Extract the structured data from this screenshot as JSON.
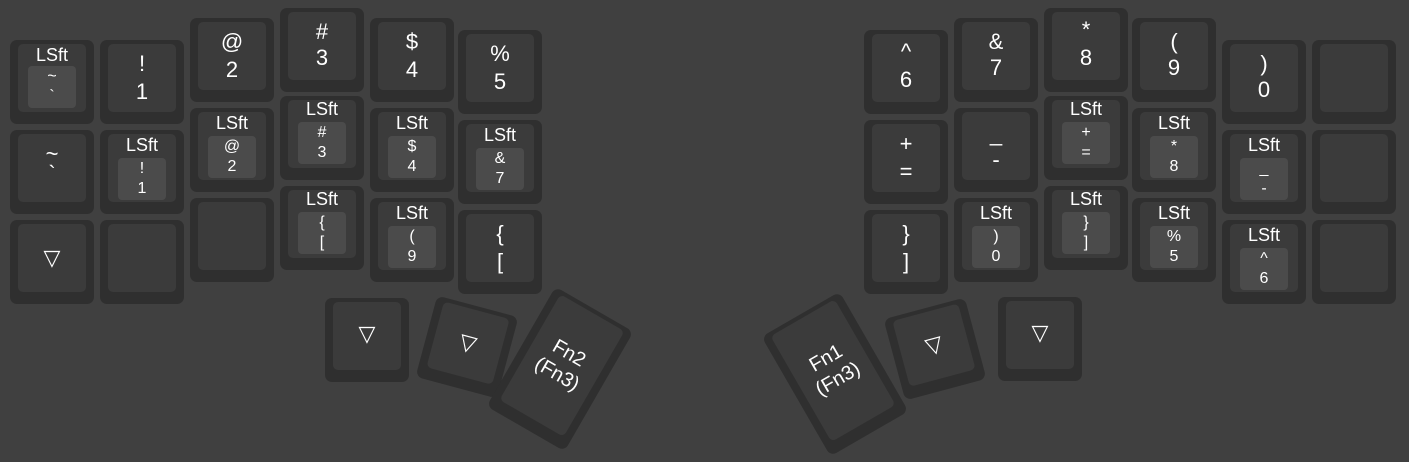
{
  "keyboard": {
    "left": {
      "lsft_tilde": {
        "hold": "LSft",
        "shift": "~",
        "base": "`"
      },
      "bang": {
        "shift": "!",
        "base": "1"
      },
      "at": {
        "shift": "@",
        "base": "2"
      },
      "hash": {
        "shift": "#",
        "base": "3"
      },
      "dollar": {
        "shift": "$",
        "base": "4"
      },
      "percent": {
        "shift": "%",
        "base": "5"
      },
      "tilde": {
        "shift": "~",
        "base": "`"
      },
      "lsft_bang": {
        "hold": "LSft",
        "shift": "!",
        "base": "1"
      },
      "lsft_at": {
        "hold": "LSft",
        "shift": "@",
        "base": "2"
      },
      "lsft_hash": {
        "hold": "LSft",
        "shift": "#",
        "base": "3"
      },
      "lsft_dollar": {
        "hold": "LSft",
        "shift": "$",
        "base": "4"
      },
      "lsft_amp": {
        "hold": "LSft",
        "shift": "&",
        "base": "7"
      },
      "tri": {
        "label": "▽"
      },
      "lsft_brace": {
        "hold": "LSft",
        "shift": "{",
        "base": "["
      },
      "lsft_paren": {
        "hold": "LSft",
        "shift": "(",
        "base": "9"
      },
      "brace": {
        "shift": "{",
        "base": "["
      },
      "thumb1": {
        "label": "▽"
      },
      "thumb2": {
        "label": "▽"
      },
      "thumb3": {
        "line1": "Fn2",
        "line2": "(Fn3)"
      }
    },
    "right": {
      "caret": {
        "shift": "^",
        "base": "6"
      },
      "amp": {
        "shift": "&",
        "base": "7"
      },
      "star": {
        "shift": "*",
        "base": "8"
      },
      "lparen": {
        "shift": "(",
        "base": "9"
      },
      "rparen": {
        "shift": ")",
        "base": "0"
      },
      "plus": {
        "shift": "+",
        "base": "="
      },
      "minus": {
        "shift": "_",
        "base": "-"
      },
      "lsft_plus": {
        "hold": "LSft",
        "shift": "+",
        "base": "="
      },
      "lsft_star": {
        "hold": "LSft",
        "shift": "*",
        "base": "8"
      },
      "lsft_minus": {
        "hold": "LSft",
        "shift": "_",
        "base": "-"
      },
      "rbrace": {
        "shift": "}",
        "base": "]"
      },
      "lsft_rparen": {
        "hold": "LSft",
        "shift": ")",
        "base": "0"
      },
      "lsft_rbrace": {
        "hold": "LSft",
        "shift": "}",
        "base": "]"
      },
      "lsft_percent": {
        "hold": "LSft",
        "shift": "%",
        "base": "5"
      },
      "lsft_caret": {
        "hold": "LSft",
        "shift": "^",
        "base": "6"
      },
      "thumb1": {
        "line1": "Fn1",
        "line2": "(Fn3)"
      },
      "thumb2": {
        "label": "▽"
      },
      "thumb3": {
        "label": "▽"
      }
    }
  }
}
